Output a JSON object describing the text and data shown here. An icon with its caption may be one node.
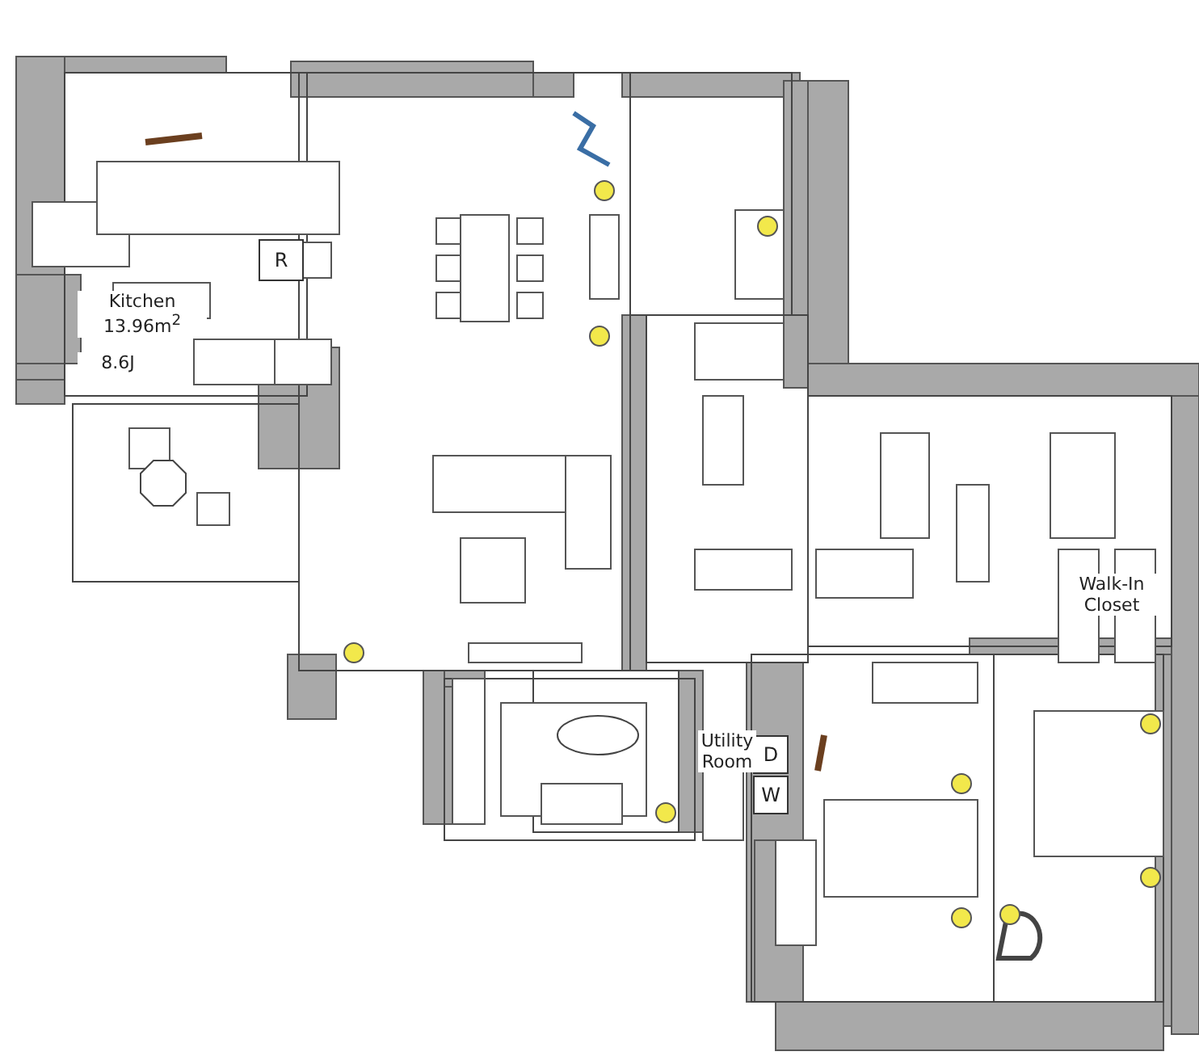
{
  "diagram": {
    "nodes": [
      {
        "text": [
          "R"
        ]
      },
      {
        "text": [
          "D"
        ]
      },
      {
        "text": [
          "W"
        ]
      }
    ],
    "labels": [
      "Kitchen 13.96m$^{2}$",
      "8.6J",
      "Utility Room",
      "Walk-In Closet"
    ]
  }
}
